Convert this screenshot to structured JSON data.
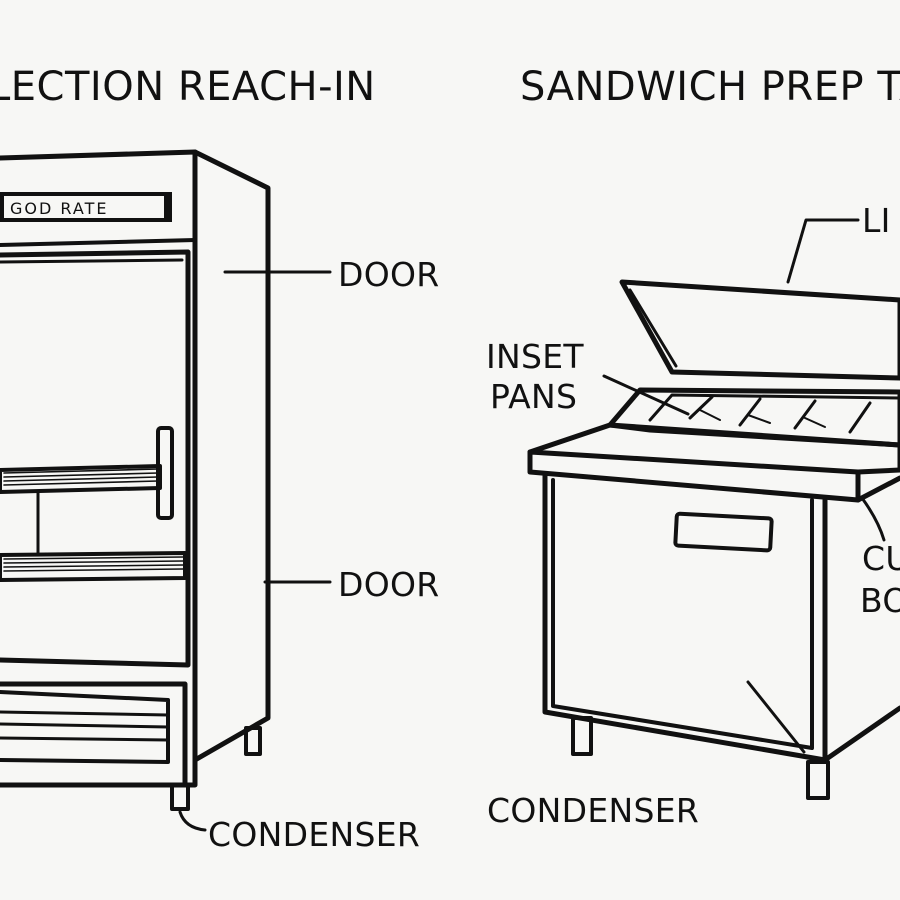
{
  "left_unit": {
    "title": "LECTION REACH-IN",
    "nameplate": "GOD RATE",
    "labels": {
      "door_upper": "DOOR",
      "door_lower": "DOOR",
      "condenser": "CONDENSER"
    }
  },
  "right_unit": {
    "title": "SANDWICH PREP TA",
    "labels": {
      "lid": "LI",
      "inset_pans_line1": "INSET",
      "inset_pans_line2": "PANS",
      "cutting_board_line1": "CU",
      "cutting_board_line2": "BO",
      "condenser": "CONDENSER"
    }
  }
}
